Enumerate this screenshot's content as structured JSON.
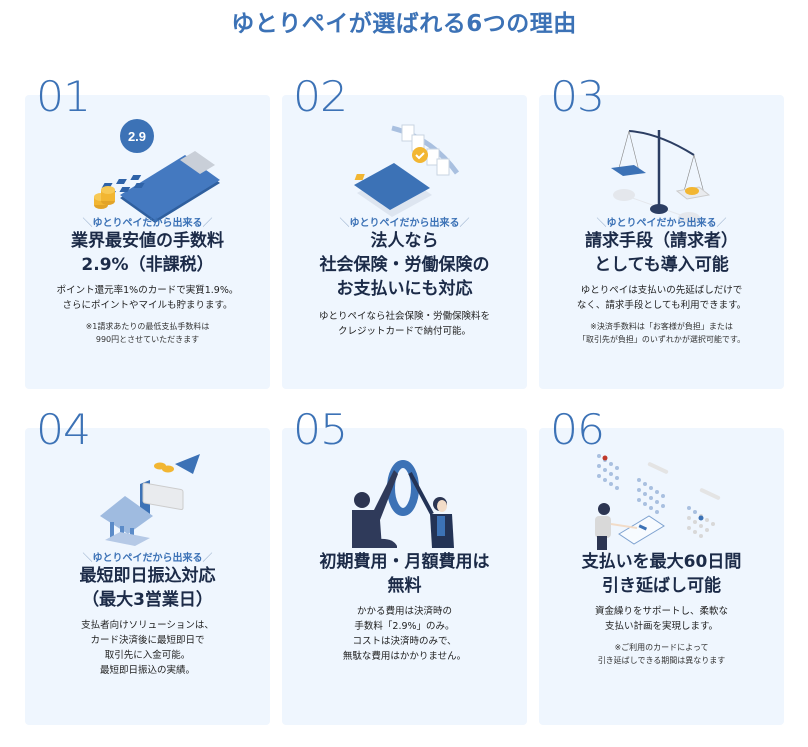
{
  "page": {
    "title": "ゆとりペイが選ばれる6つの理由",
    "tagline_text": "ゆとりペイだから出来る",
    "tagline_left": "＼",
    "tagline_right": "／",
    "colors": {
      "accent": "#3c72b6",
      "card_bg": "#eff6fe",
      "heading": "#1c2b48",
      "gold": "#f2b632"
    }
  },
  "cards": [
    {
      "number": "01",
      "illustration": "calculator-icon",
      "badge": "2.9",
      "has_tagline": true,
      "heading": [
        "業界最安値の手数料",
        "2.9%（非課税）"
      ],
      "body": [
        "ポイント還元率1%のカードで実質1.9%。",
        "さらにポイントやマイルも貯まります。"
      ],
      "note": [
        "※1請求あたりの最低支払手数料は",
        "990円とさせていただきます"
      ]
    },
    {
      "number": "02",
      "illustration": "credit-card-icon",
      "has_tagline": true,
      "heading": [
        "法人なら",
        "社会保険・労働保険の",
        "お支払いにも対応"
      ],
      "body": [
        "ゆとりペイなら社会保険・労働保険料を",
        "クレジットカードで納付可能。"
      ],
      "note": []
    },
    {
      "number": "03",
      "illustration": "balance-scale-icon",
      "has_tagline": true,
      "heading": [
        "請求手段（請求者）",
        "としても導入可能"
      ],
      "body": [
        "ゆとりペイは支払いの先延ばしだけで",
        "なく、請求手段としても利用できます。"
      ],
      "note": [
        "※決済手数料は「お客様が負担」または",
        "「取引先が負担」のいずれかが選択可能です。"
      ]
    },
    {
      "number": "04",
      "illustration": "bank-transfer-icon",
      "has_tagline": true,
      "heading": [
        "最短即日振込対応",
        "（最大3営業日）"
      ],
      "body": [
        "支払者向けソリューションは、",
        "カード決済後に最短即日で",
        "取引先に入金可能。",
        "最短即日振込の実績。"
      ],
      "note": []
    },
    {
      "number": "05",
      "illustration": "high-five-zero-icon",
      "has_tagline": false,
      "heading": [
        "初期費用・月額費用は",
        "無料"
      ],
      "body": [
        "かかる費用は決済時の",
        "手数料「2.9%」のみ。",
        "コストは決済時のみで、",
        "無駄な費用はかかりません。"
      ],
      "note": []
    },
    {
      "number": "06",
      "illustration": "calendar-defer-icon",
      "has_tagline": false,
      "heading": [
        "支払いを最大60日間",
        "引き延ばし可能"
      ],
      "body": [
        "資金繰りをサポートし、柔軟な",
        "支払い計画を実現します。"
      ],
      "note": [
        "※ご利用のカードによって",
        "引き延ばしできる期間は異なります"
      ]
    }
  ]
}
